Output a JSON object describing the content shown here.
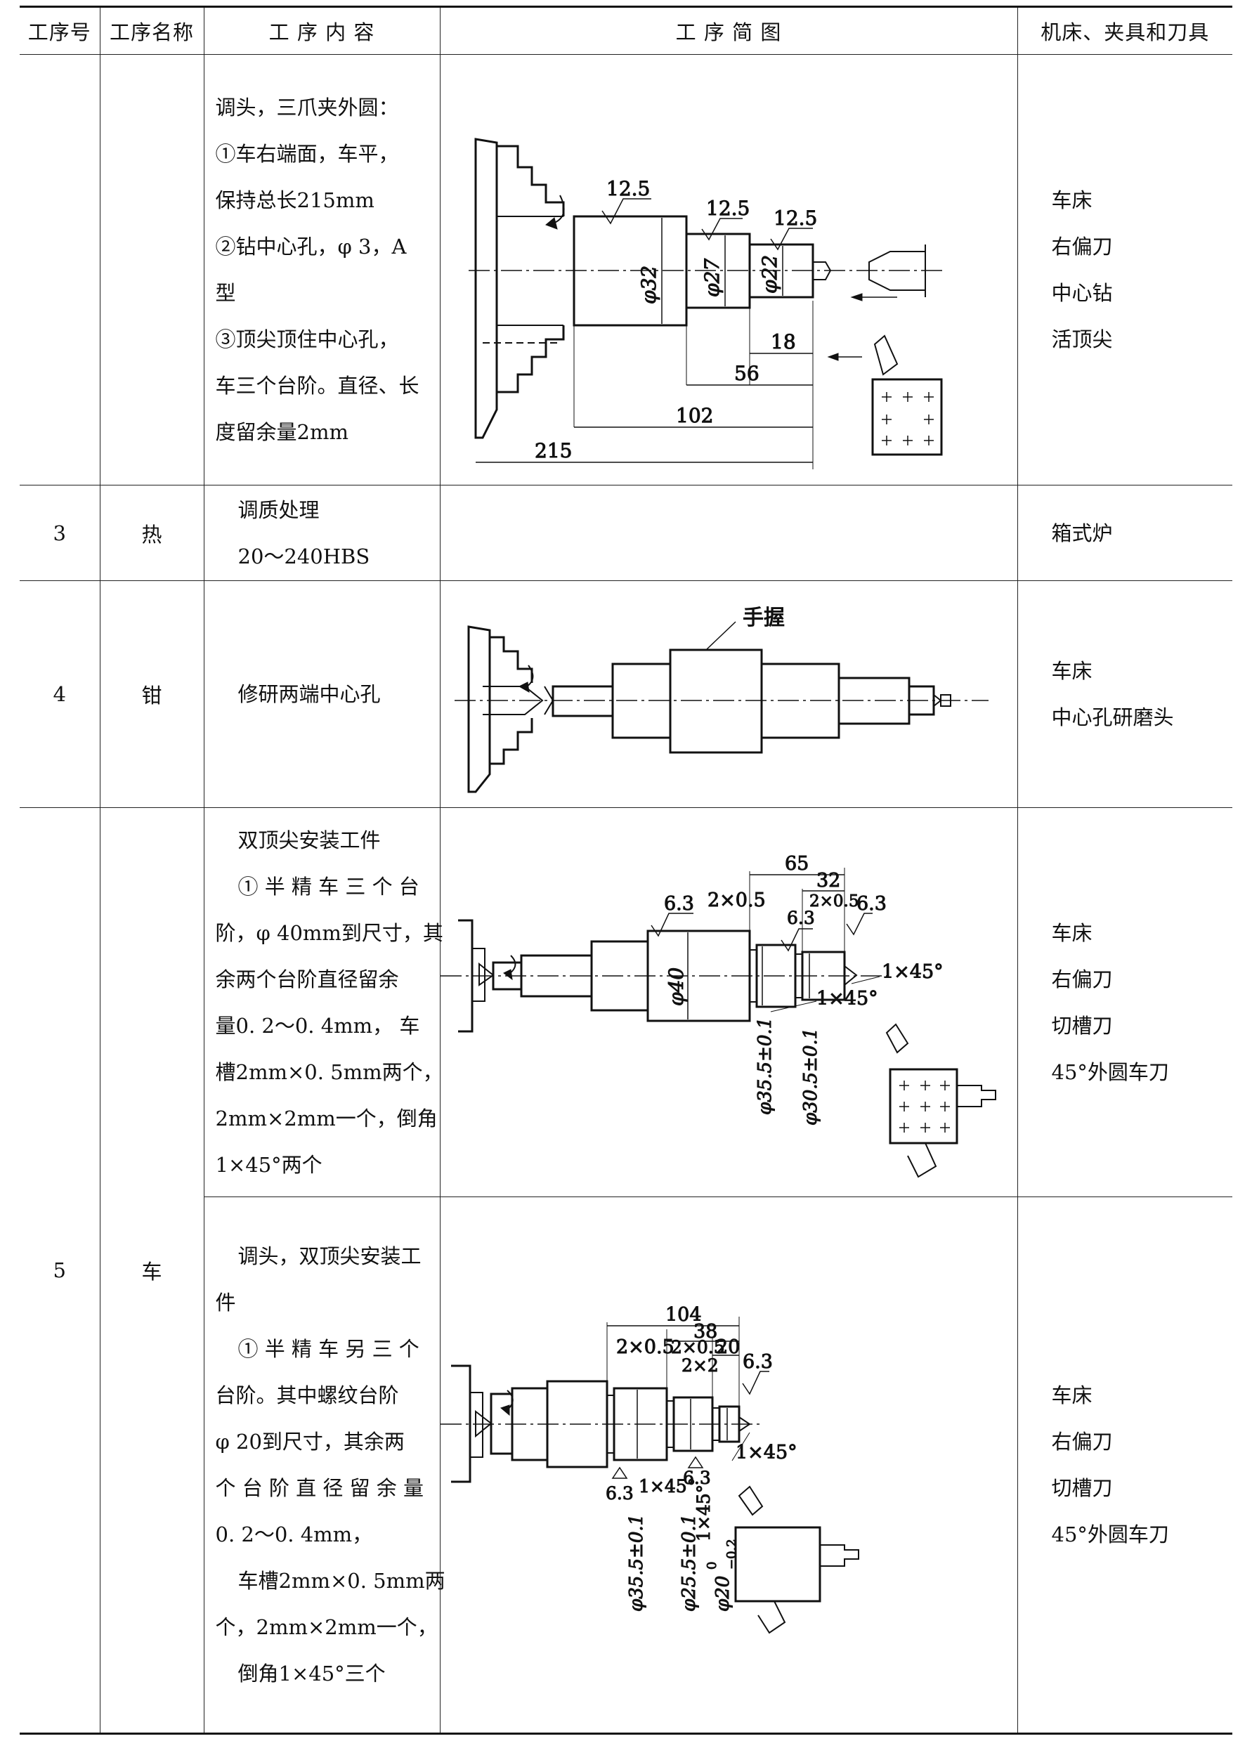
{
  "header": {
    "col_no": "工序号",
    "col_name": "工序名称",
    "col_content": "工 序 内 容",
    "col_sketch": "工 序 简 图",
    "col_tools": "机床、夹具和刀具"
  },
  "rows": [
    {
      "no": "",
      "name": "",
      "content": [
        "调头，三爪夹外圆：",
        "①车右端面，车平，",
        "保持总长215mm",
        "②钻中心孔，φ 3，A",
        "型",
        "③顶尖顶住中心孔，",
        "车三个台阶。直径、长",
        "度留余量2mm"
      ],
      "sketch_labels": {
        "r1": "12.5",
        "r2": "12.5",
        "r3": "12.5",
        "d1": "φ32",
        "d2": "φ27",
        "d3": "φ22",
        "l18": "18",
        "l56": "56",
        "l102": "102",
        "l215": "215"
      },
      "tools": [
        "车床",
        "右偏刀",
        "中心钻",
        "活顶尖"
      ]
    },
    {
      "no": "3",
      "name": "热",
      "content": [
        "调质处理",
        "20～240HBS"
      ],
      "tools": [
        "箱式炉"
      ]
    },
    {
      "no": "4",
      "name": "钳",
      "content": [
        "修研两端中心孔"
      ],
      "sketch_labels": {
        "hand": "手握"
      },
      "tools": [
        "车床",
        "中心孔研磨头"
      ]
    },
    {
      "no": "5",
      "name": "车",
      "content": [
        "双顶尖安装工件",
        "① 半 精 车 三 个 台",
        "阶，φ 40mm到尺寸，其",
        "余两个台阶直径留余",
        "量0. 2～0. 4mm， 车",
        "槽2mm×0. 5mm两个，",
        "2mm×2mm一个，倒角",
        "1×45°两个"
      ],
      "sketch_labels": {
        "l65": "65",
        "l32": "32",
        "g1": "2×0.5",
        "g2": "2×0.5",
        "r1": "6.3",
        "r2": "6.3",
        "r3": "6.3",
        "d40": "φ40",
        "d35": "φ35.5±0.1",
        "d30": "φ30.5±0.1",
        "c1": "1×45°",
        "c2": "1×45°"
      },
      "tools": [
        "车床",
        "右偏刀",
        "切槽刀",
        "45°外圆车刀"
      ]
    },
    {
      "content": [
        "调头，双顶尖安装工",
        "件",
        "① 半 精 车 另 三 个",
        "台阶。其中螺纹台阶",
        "φ 20到尺寸，其余两",
        "个 台 阶 直 径 留 余 量",
        "0. 2～0. 4mm，",
        "车槽2mm×0. 5mm两",
        "个，2mm×2mm一个，",
        "倒角1×45°三个"
      ],
      "sketch_labels": {
        "l104": "104",
        "l38": "38",
        "l20": "20",
        "g1": "2×0.5",
        "g2": "2×0.5",
        "g3": "2×2",
        "r1": "6.3",
        "r2": "6.3",
        "r3": "6.3",
        "c1": "1×45°",
        "c2": "1×45°",
        "c3": "1×45°",
        "d35": "φ35.5±0.1",
        "d25": "φ25.5±0.1",
        "d20": "φ20",
        "d20tol": "0",
        "d20tol2": "−0.2"
      },
      "tools": [
        "车床",
        "右偏刀",
        "切槽刀",
        "45°外圆车刀"
      ]
    }
  ]
}
